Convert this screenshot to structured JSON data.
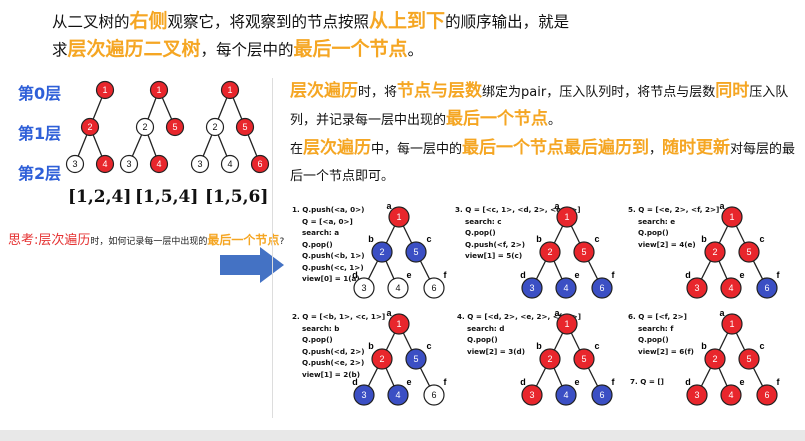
{
  "header": {
    "line1": [
      {
        "t": "从二叉树的",
        "hl": false
      },
      {
        "t": "右侧",
        "hl": true
      },
      {
        "t": "观察它，将观察到的节点按照",
        "hl": false
      },
      {
        "t": "从上到下",
        "hl": true
      },
      {
        "t": "的顺序输出，就是",
        "hl": false
      }
    ],
    "line2": [
      {
        "t": "求",
        "hl": false
      },
      {
        "t": "层次遍历二叉树",
        "hl": true
      },
      {
        "t": "，每个层中的",
        "hl": false
      },
      {
        "t": "最后一个节点",
        "hl": true
      },
      {
        "t": "。",
        "hl": false
      }
    ]
  },
  "levels": [
    "第0层",
    "第1层",
    "第2层"
  ],
  "results": [
    "[1,2,4]",
    "[1,5,4]",
    "[1,5,6]"
  ],
  "colors": {
    "red": "#e8262c",
    "blue": "#3b4fc4",
    "white": "#ffffff",
    "accent": "#f5a623",
    "level": "#2e5fd8",
    "arrow": "#4472c4"
  },
  "small_trees": [
    {
      "nodes": [
        {
          "l": "1",
          "c": "red"
        },
        {
          "l": "2",
          "c": "red"
        },
        {
          "l": "3",
          "c": "white"
        },
        {
          "l": "4",
          "c": "red"
        }
      ]
    },
    {
      "nodes": [
        {
          "l": "1",
          "c": "red"
        },
        {
          "l": "2",
          "c": "white"
        },
        {
          "l": "5",
          "c": "red"
        },
        {
          "l": "3",
          "c": "white"
        },
        {
          "l": "4",
          "c": "red"
        }
      ]
    },
    {
      "nodes": [
        {
          "l": "1",
          "c": "red"
        },
        {
          "l": "2",
          "c": "white"
        },
        {
          "l": "5",
          "c": "red"
        },
        {
          "l": "3",
          "c": "white"
        },
        {
          "l": "4",
          "c": "white"
        },
        {
          "l": "6",
          "c": "red"
        }
      ]
    }
  ],
  "question": {
    "label": "思考:",
    "q1": "层次遍历",
    "mid": "时，如何记录每一层中出现的",
    "q2": "最后一个节点",
    "end": "?"
  },
  "paragraph": {
    "p1": [
      {
        "t": "层次遍历",
        "hl": true
      },
      {
        "t": "时，将",
        "hl": false
      },
      {
        "t": "节点与层数",
        "hl": true
      },
      {
        "t": "绑定为pair，压入队列时，将节点与层数",
        "hl": false
      },
      {
        "t": "同时",
        "hl": true
      },
      {
        "t": "压入队列，并记录每一层中出现的",
        "hl": false
      },
      {
        "t": "最后一个节点",
        "hl": true
      },
      {
        "t": "。",
        "hl": false
      }
    ],
    "p2": [
      {
        "t": "在",
        "hl": false
      },
      {
        "t": "层次遍历",
        "hl": true
      },
      {
        "t": "中，每一层中的",
        "hl": false
      },
      {
        "t": "最后一个节点最后遍历到",
        "hl": true
      },
      {
        "t": "，",
        "hl": false
      },
      {
        "t": "随时更新",
        "hl": true
      },
      {
        "t": "对每层的最后一个节点即可。",
        "hl": false
      }
    ]
  },
  "steps": [
    {
      "text": "1. Q.push(<a, 0>)\n    Q = [<a, 0>]\n    search: a\n    Q.pop()\n    Q.push(<b, 1>)\n    Q.push(<c, 1>)\n    view[0] = 1(a)",
      "colors": [
        "red",
        "blue",
        "blue",
        "white",
        "white",
        "white"
      ]
    },
    {
      "text": "2. Q = [<b, 1>, <c, 1>]\n    search: b\n    Q.pop()\n    Q.push(<d, 2>)\n    Q.push(<e, 2>)\n    view[1] = 2(b)",
      "colors": [
        "red",
        "red",
        "blue",
        "blue",
        "blue",
        "white"
      ]
    },
    {
      "text": "3. Q = [<c, 1>, <d, 2>, <e, 2>]\n    search: c\n    Q.pop()\n    Q.push(<f, 2>)\n    view[1] = 5(c)",
      "colors": [
        "red",
        "red",
        "red",
        "blue",
        "blue",
        "blue"
      ]
    },
    {
      "text": "4. Q = [<d, 2>, <e, 2>, <f, 2>]\n    search: d\n    Q.pop()\n    view[2] = 3(d)",
      "colors": [
        "red",
        "red",
        "red",
        "red",
        "blue",
        "blue"
      ]
    },
    {
      "text": "5. Q = [<e, 2>, <f, 2>]\n    search: e\n    Q.pop()\n    view[2] = 4(e)",
      "colors": [
        "red",
        "red",
        "red",
        "red",
        "red",
        "blue"
      ]
    },
    {
      "text": "6. Q = [<f, 2>]\n    search: f\n    Q.pop()\n    view[2] = 6(f)",
      "colors": [
        "red",
        "red",
        "red",
        "red",
        "red",
        "red"
      ]
    },
    {
      "text": "7. Q = []",
      "colors": []
    }
  ],
  "big_tree": {
    "nums": [
      "1",
      "2",
      "5",
      "3",
      "4",
      "6"
    ],
    "letters": [
      "a",
      "b",
      "c",
      "d",
      "e",
      "f"
    ]
  }
}
